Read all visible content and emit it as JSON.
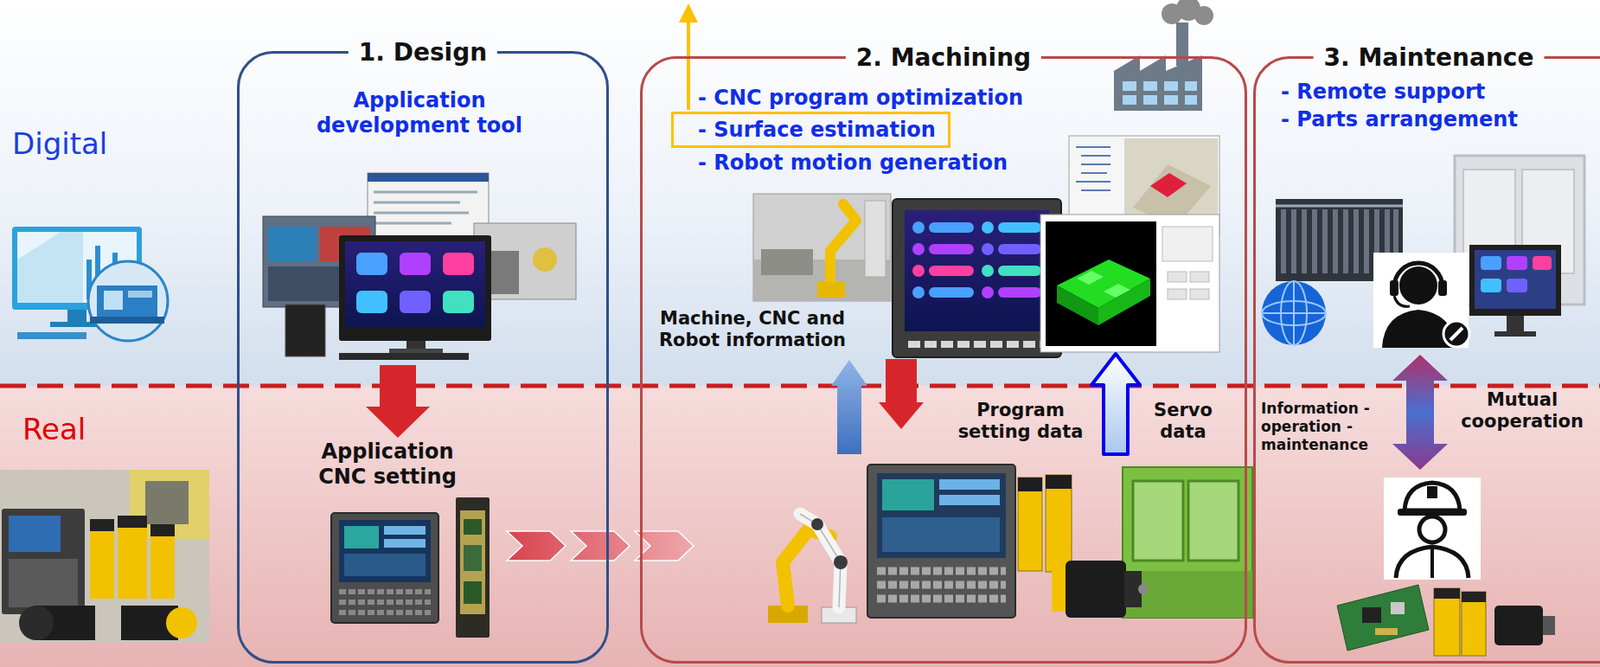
{
  "diagram": {
    "nodes": [
      {
        "text": [
          "1. Design"
        ]
      },
      {
        "text": [
          "Application development tool"
        ],
        "in": 0
      },
      {
        "text": [
          "Application CNC setting"
        ],
        "in": 0
      },
      {
        "text": [
          "2. Machining"
        ]
      },
      {
        "text": [
          "- Surface estimation"
        ],
        "in": 3
      },
      {
        "text": [
          "3. Maintenance"
        ]
      }
    ],
    "edges": [
      {
        "from": 1,
        "to": 2,
        "arrow": "to"
      },
      {
        "from": 2,
        "to": 3,
        "arrow": "to"
      }
    ],
    "labels": [
      "Digital",
      "Real",
      "- CNC program optimization",
      "- Robot motion generation",
      "Machine, CNC and Robot information",
      "Program setting data",
      "Servo data",
      "- Remote support",
      "- Parts arrangement",
      "Information -operation -maintenance",
      "Mutual cooperation"
    ]
  }
}
